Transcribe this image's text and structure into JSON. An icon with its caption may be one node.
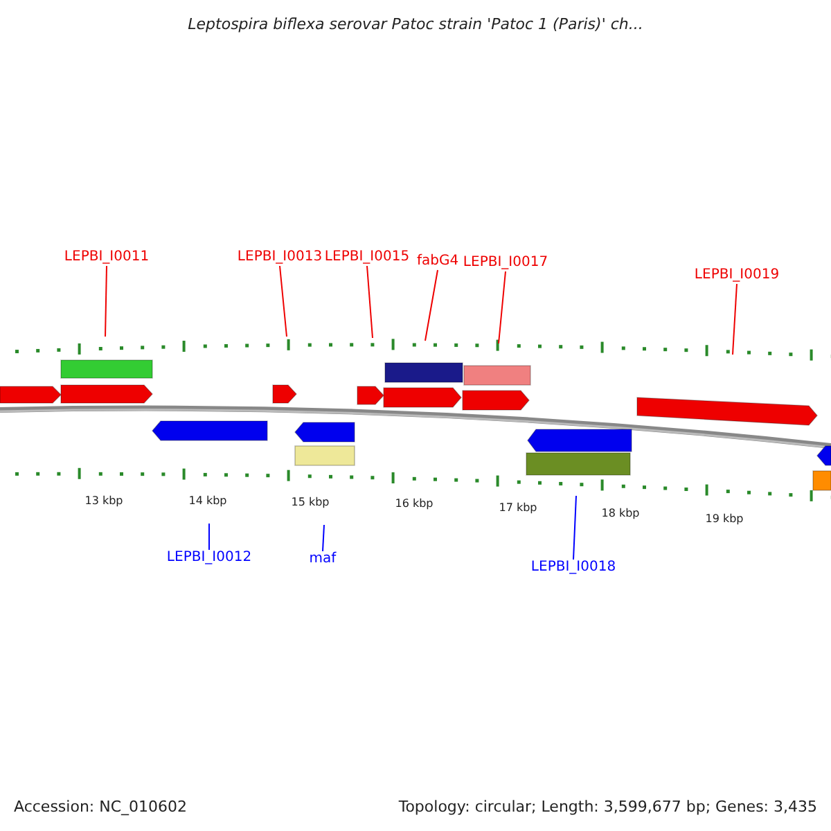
{
  "diagram": {
    "title": "Leptospira biflexa serovar Patoc strain 'Patoc 1 (Paris)' ch...",
    "nodes": [
      {
        "text": [
          "LEPBI_I0011"
        ]
      },
      {
        "text": [
          "LEPBI_I0013"
        ]
      },
      {
        "text": [
          "LEPBI_I0015"
        ]
      },
      {
        "text": [
          "fabG4"
        ]
      },
      {
        "text": [
          "LEPBI_I0017"
        ]
      },
      {
        "text": [
          "LEPBI_I0019"
        ]
      },
      {
        "text": [
          "LEPBI_I0012"
        ]
      },
      {
        "text": [
          "maf"
        ]
      },
      {
        "text": [
          "LEPBI_I0018"
        ]
      }
    ],
    "edges": [
      {
        "from": 0,
        "to": null,
        "arrow": "none"
      },
      {
        "from": 1,
        "to": null,
        "arrow": "none"
      },
      {
        "from": 2,
        "to": null,
        "arrow": "none"
      },
      {
        "from": 3,
        "to": null,
        "arrow": "none"
      },
      {
        "from": 4,
        "to": null,
        "arrow": "none"
      },
      {
        "from": 5,
        "to": null,
        "arrow": "none"
      },
      {
        "from": 6,
        "to": null,
        "arrow": "none",
        "color": "#0000ff"
      },
      {
        "from": 7,
        "to": null,
        "arrow": "none",
        "color": "#0000ff"
      },
      {
        "from": 8,
        "to": null,
        "arrow": "none",
        "color": "#0000ff"
      }
    ],
    "labels": [
      "13 kbp",
      "14 kbp",
      "15 kbp",
      "16 kbp",
      "17 kbp",
      "18 kbp",
      "19 kbp",
      "Accession: NC_010602",
      "Topology: circular; Length: 3,599,677 bp; Genes: 3,435"
    ]
  }
}
